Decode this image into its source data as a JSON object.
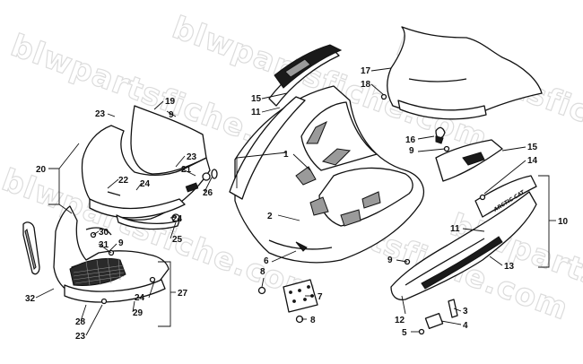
{
  "watermark": {
    "text": "blwpartsfiche.com",
    "color": "#dcdcdc"
  },
  "decal_text": "ARCTIC CAT",
  "callouts": [
    {
      "id": "c1",
      "label": "1"
    },
    {
      "id": "c2",
      "label": "2"
    },
    {
      "id": "c3",
      "label": "3"
    },
    {
      "id": "c4",
      "label": "4"
    },
    {
      "id": "c5",
      "label": "5"
    },
    {
      "id": "c6",
      "label": "6"
    },
    {
      "id": "c7",
      "label": "7"
    },
    {
      "id": "c8a",
      "label": "8"
    },
    {
      "id": "c8b",
      "label": "8"
    },
    {
      "id": "c9a",
      "label": "9"
    },
    {
      "id": "c9b",
      "label": "9"
    },
    {
      "id": "c9c",
      "label": "9"
    },
    {
      "id": "c9d",
      "label": "9"
    },
    {
      "id": "c10",
      "label": "10"
    },
    {
      "id": "c11a",
      "label": "11"
    },
    {
      "id": "c11b",
      "label": "11"
    },
    {
      "id": "c12",
      "label": "12"
    },
    {
      "id": "c13",
      "label": "13"
    },
    {
      "id": "c14",
      "label": "14"
    },
    {
      "id": "c15a",
      "label": "15"
    },
    {
      "id": "c15b",
      "label": "15"
    },
    {
      "id": "c16",
      "label": "16"
    },
    {
      "id": "c17",
      "label": "17"
    },
    {
      "id": "c18",
      "label": "18"
    },
    {
      "id": "c19",
      "label": "19"
    },
    {
      "id": "c20",
      "label": "20"
    },
    {
      "id": "c21",
      "label": "21"
    },
    {
      "id": "c22",
      "label": "22"
    },
    {
      "id": "c23a",
      "label": "23"
    },
    {
      "id": "c23b",
      "label": "23"
    },
    {
      "id": "c23c",
      "label": "23"
    },
    {
      "id": "c24a",
      "label": "24"
    },
    {
      "id": "c24b",
      "label": "24"
    },
    {
      "id": "c24c",
      "label": "24"
    },
    {
      "id": "c25",
      "label": "25"
    },
    {
      "id": "c26",
      "label": "26"
    },
    {
      "id": "c27",
      "label": "27"
    },
    {
      "id": "c28",
      "label": "28"
    },
    {
      "id": "c29",
      "label": "29"
    },
    {
      "id": "c30",
      "label": "30"
    },
    {
      "id": "c31",
      "label": "31"
    },
    {
      "id": "c32",
      "label": "32"
    }
  ]
}
